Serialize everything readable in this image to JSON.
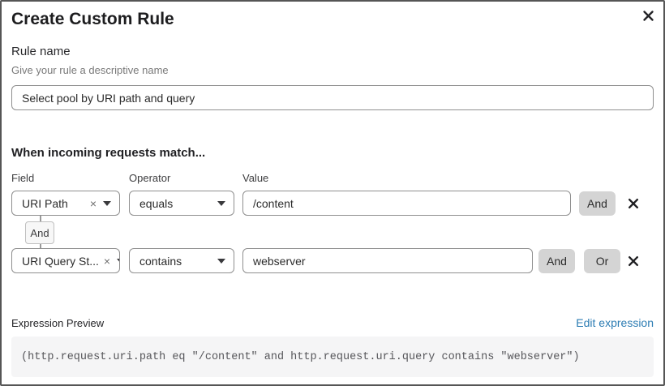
{
  "dialog": {
    "title": "Create Custom Rule"
  },
  "rule_name": {
    "label": "Rule name",
    "hint": "Give your rule a descriptive name",
    "value": "Select pool by URI path and query"
  },
  "match": {
    "heading": "When incoming requests match...",
    "columns": {
      "field": "Field",
      "operator": "Operator",
      "value": "Value"
    },
    "connector_label": "And",
    "rows": [
      {
        "field": "URI Path",
        "operator": "equals",
        "value": "/content",
        "buttons": [
          "And"
        ]
      },
      {
        "field": "URI Query St...",
        "operator": "contains",
        "value": "webserver",
        "buttons": [
          "And",
          "Or"
        ]
      }
    ]
  },
  "expression": {
    "label": "Expression Preview",
    "edit_link": "Edit expression",
    "code": "(http.request.uri.path eq \"/content\" and http.request.uri.query contains \"webserver\")"
  },
  "colors": {
    "link_blue": "#2c7cb3",
    "button_gray": "#d4d4d4",
    "code_bg": "#f5f5f6",
    "input_border": "#8f8f8f",
    "dialog_border": "#565656"
  }
}
